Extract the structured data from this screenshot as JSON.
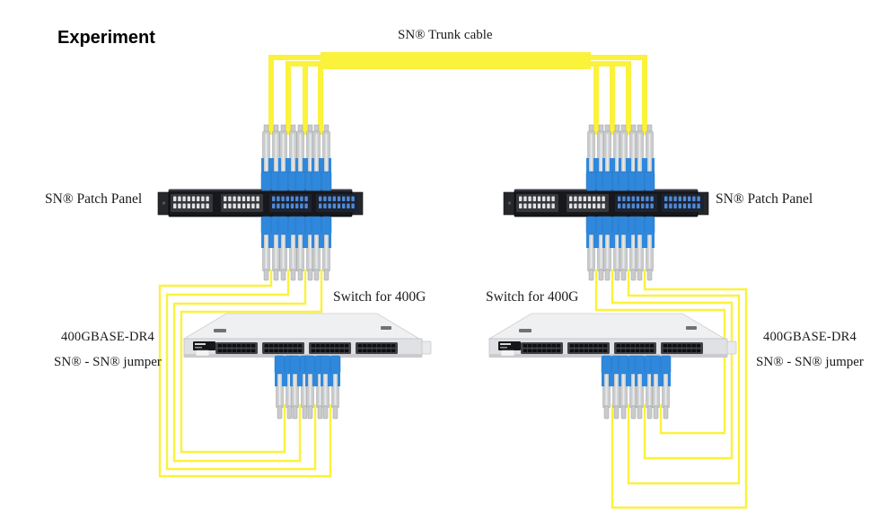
{
  "title": "Experiment",
  "labels": {
    "trunk": "SN® Trunk cable",
    "patch_left": "SN® Patch Panel",
    "patch_right": "SN® Patch Panel",
    "switch_left": "Switch for 400G",
    "switch_right": "Switch for 400G",
    "jumper_left_line1": "400GBASE-DR4",
    "jumper_left_line2": "SN® - SN® jumper",
    "jumper_right_line1": "400GBASE-DR4",
    "jumper_right_line2": "SN® - SN® jumper"
  },
  "colors": {
    "cable_yellow": "#FBF23B",
    "connector_blue": "#2F88DB",
    "connector_blue_edge": "#2273C2",
    "connector_gray": "#C9CBCC",
    "connector_gray_edge": "#9FA1A3",
    "panel_dark": "#17181C",
    "switch_body": "#DFE1E4",
    "switch_top": "#EFF0F2",
    "port_slot_dark": "#0D0E10",
    "background": "#FFFFFF",
    "text": "#1A1A1A"
  }
}
